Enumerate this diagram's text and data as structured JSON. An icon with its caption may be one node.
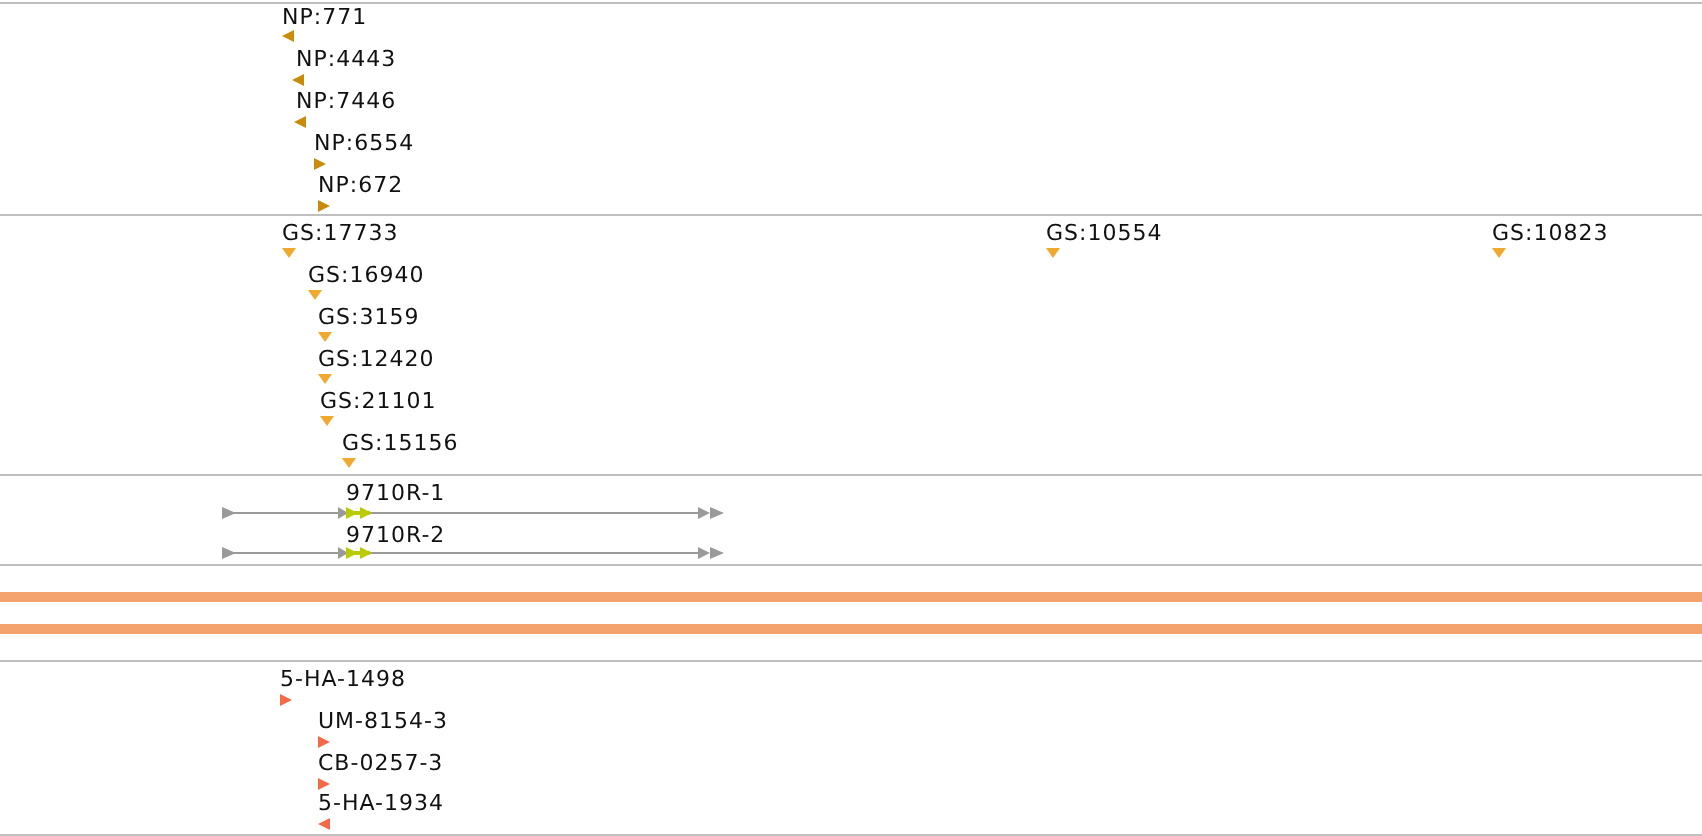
{
  "diagram": {
    "labels": [
      "NP:771",
      "NP:4443",
      "NP:7446",
      "NP:6554",
      "NP:672",
      "GS:17733",
      "GS:10554",
      "GS:10823",
      "GS:16940",
      "GS:3159",
      "GS:12420",
      "GS:21101",
      "GS:15156",
      "9710R-1",
      "9710R-2",
      "5-HA-1498",
      "UM-8154-3",
      "CB-0257-3",
      "5-HA-1934"
    ]
  }
}
